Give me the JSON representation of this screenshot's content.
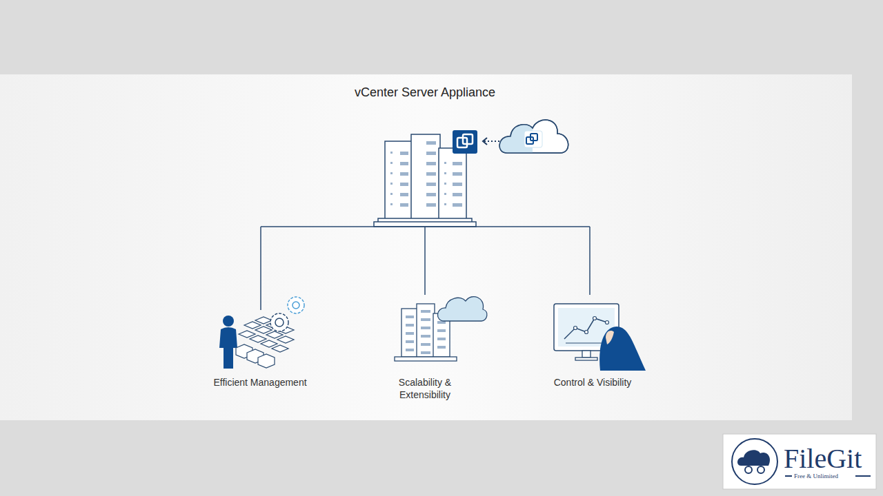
{
  "diagram": {
    "title": "vCenter Server Appliance",
    "nodes": [
      {
        "text": [
          "Efficient Management"
        ]
      },
      {
        "text": [
          "Scalability & Extensibility"
        ]
      },
      {
        "text": [
          "Control & Visibility"
        ]
      }
    ],
    "labels": [
      "FileGit",
      "Free & Unlimited"
    ]
  }
}
